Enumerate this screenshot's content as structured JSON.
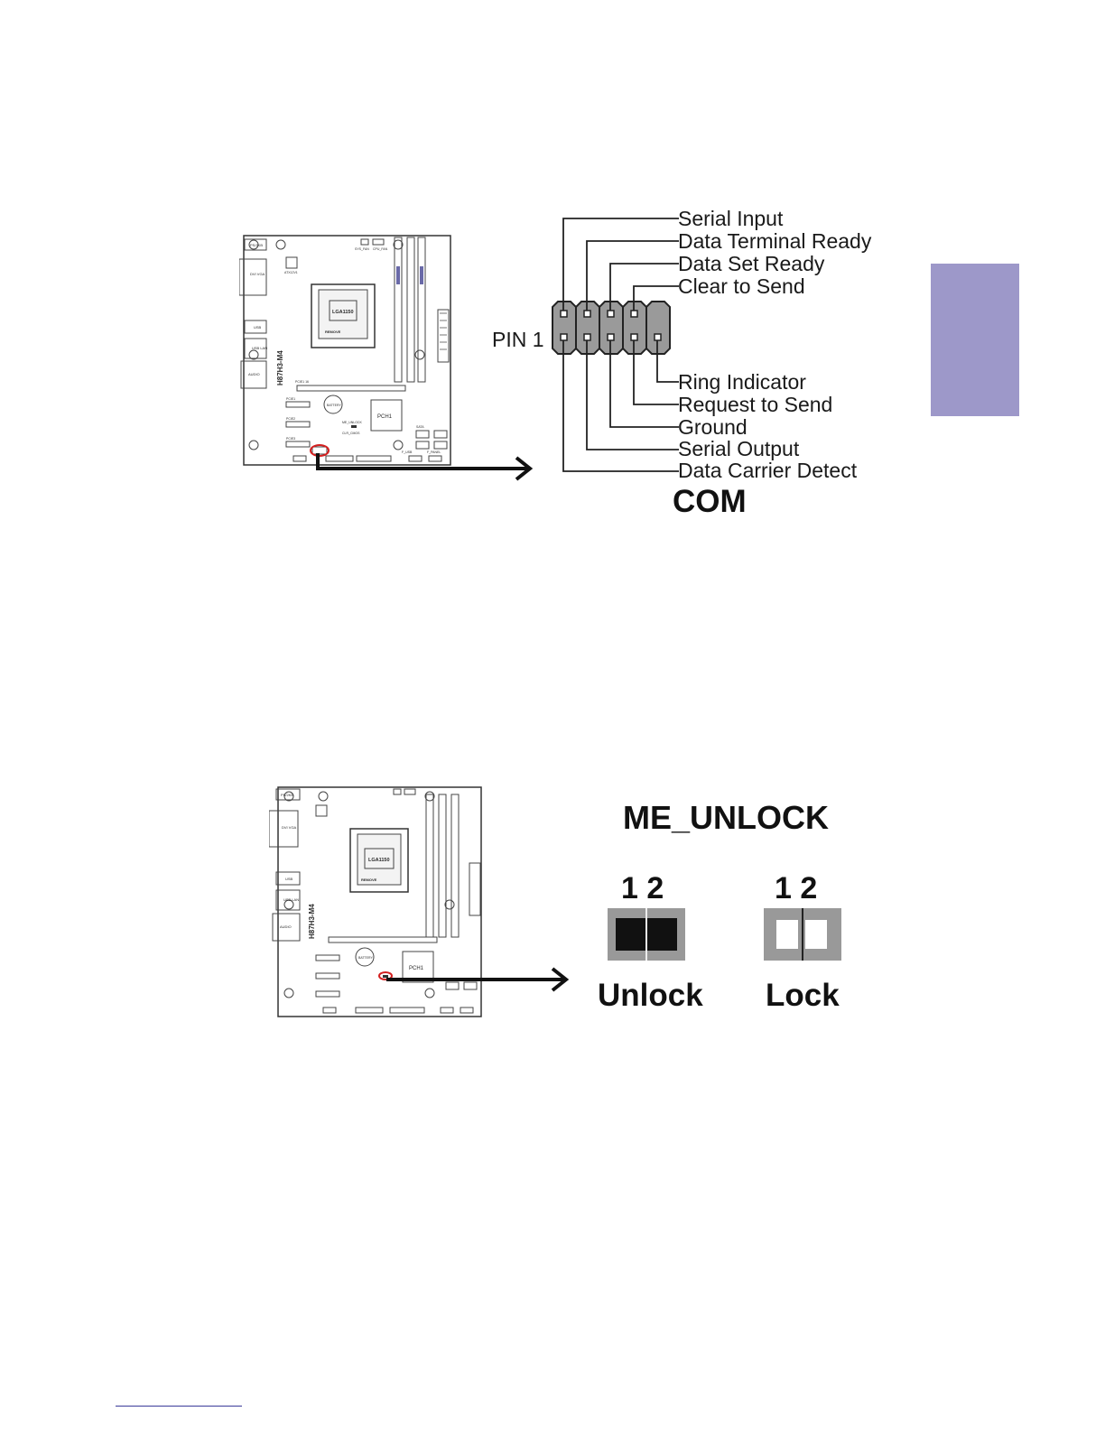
{
  "side_tab": {
    "color": "#9d98c9"
  },
  "com_figure": {
    "board_model": "H87H3-M4",
    "board_labels": {
      "ps2": "PS/2KB",
      "dvi": "DVI VGA",
      "usb": "USB",
      "lan": "USB LAN",
      "audio": "AUDIO",
      "cpu": "LGA1150",
      "remove": "REMOVE",
      "pch": "PCH1",
      "battery": "BATTERY",
      "atx12v": "ATX12V1",
      "sys_fan": "SYS_FAN",
      "cpu_fan": "CPU_FAN",
      "pcie16": "PCIE1 16",
      "pcie1": "PCIE1",
      "pcie2": "PCIE2",
      "pcie3": "PCIE3",
      "me_unlock": "ME_UNLOCK",
      "clr_cmos": "CLR_CMOS",
      "sata": "SATA",
      "f_panel": "F_PANEL",
      "f_usb": "F_USB"
    },
    "pin1_label": "PIN 1",
    "top_pins": [
      "Serial Input",
      "Data Terminal Ready",
      "Data Set Ready",
      "Clear to Send"
    ],
    "bottom_pins": [
      "Ring Indicator",
      "Request to Send",
      "Ground",
      "Serial Output",
      "Data Carrier Detect"
    ],
    "title": "COM"
  },
  "me_figure": {
    "board_model": "H87H3-M4",
    "title": "ME_UNLOCK",
    "unlock": {
      "pins": "1  2",
      "label": "Unlock"
    },
    "lock": {
      "pins": "1  2",
      "label": "Lock"
    }
  }
}
